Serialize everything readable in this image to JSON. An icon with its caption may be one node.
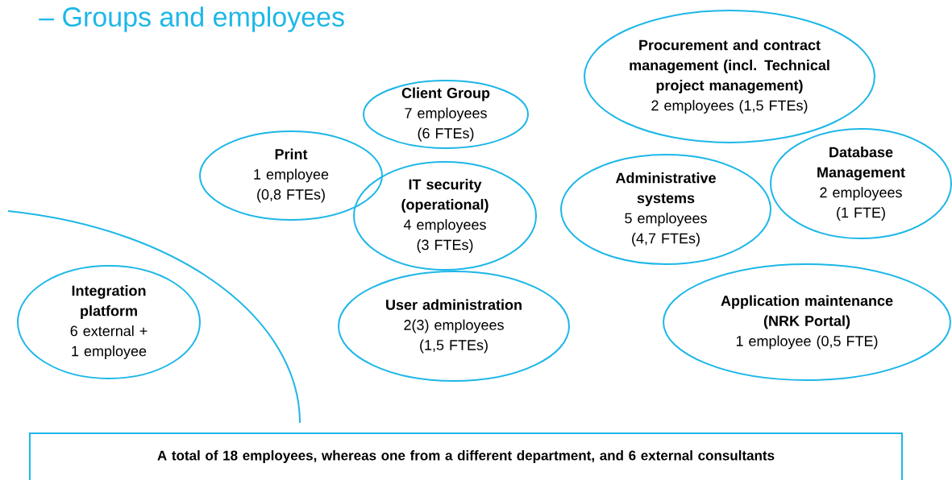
{
  "diagram": {
    "title": "– Groups and employees",
    "nodes": [
      {
        "text": [
          "Client Group",
          "7 employees (6 FTEs)"
        ]
      },
      {
        "text": [
          "Procurement and contract management (incl. Technical project management)",
          "2 employees (1,5 FTEs)"
        ]
      },
      {
        "text": [
          "Print",
          "1 employee (0,8 FTEs)"
        ]
      },
      {
        "text": [
          "IT security (operational)",
          "4 employees (3 FTEs)"
        ]
      },
      {
        "text": [
          "Administrative systems",
          "5 employees (4,7 FTEs)"
        ]
      },
      {
        "text": [
          "Database Management",
          "2 employees (1 FTE)"
        ]
      },
      {
        "text": [
          "Integration platform",
          "6 external + 1 employee"
        ]
      },
      {
        "text": [
          "User administration",
          "2(3) employees (1,5 FTEs)"
        ]
      },
      {
        "text": [
          "Application maintenance (NRK Portal)",
          "1 employee (0,5 FTE)"
        ]
      },
      {
        "text": [
          "A total of 18 employees, whereas one from a different department, and 6 external consultants"
        ]
      }
    ]
  }
}
